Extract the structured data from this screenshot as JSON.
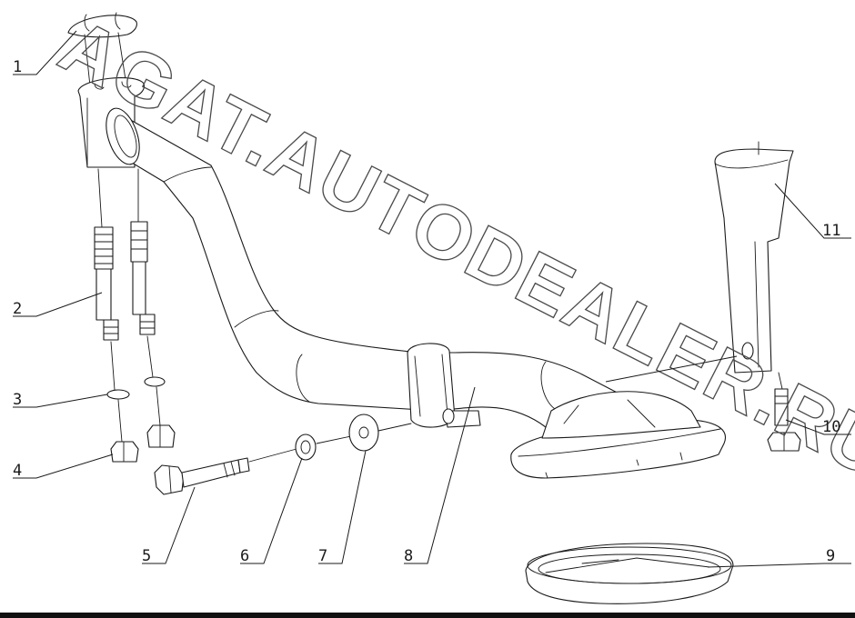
{
  "watermark": {
    "text": "AGAT.AUTODEALER.RU"
  },
  "callouts": [
    {
      "id": "1",
      "label": "1"
    },
    {
      "id": "2",
      "label": "2"
    },
    {
      "id": "3",
      "label": "3"
    },
    {
      "id": "4",
      "label": "4"
    },
    {
      "id": "5",
      "label": "5"
    },
    {
      "id": "6",
      "label": "6"
    },
    {
      "id": "7",
      "label": "7"
    },
    {
      "id": "8",
      "label": "8"
    },
    {
      "id": "9",
      "label": "9"
    },
    {
      "id": "10",
      "label": "10"
    },
    {
      "id": "11",
      "label": "11"
    }
  ]
}
